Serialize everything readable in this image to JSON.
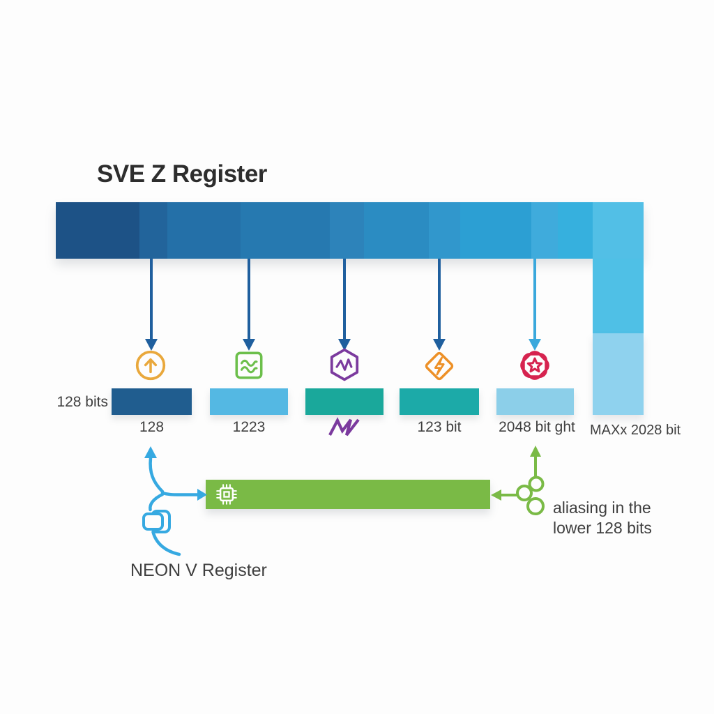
{
  "title": "SVE Z Register",
  "sve_bar": {
    "name": "sve-z-register-bar",
    "left_cap_label": "128 bits",
    "overflow_label": "MAXx 2028 bit",
    "segments": [
      {
        "w": 120,
        "color": "#1d5286"
      },
      {
        "w": 40,
        "color": "#22649b"
      },
      {
        "w": 105,
        "color": "#2470a8"
      },
      {
        "w": 128,
        "color": "#2679b0"
      },
      {
        "w": 49,
        "color": "#2d83ba"
      },
      {
        "w": 93,
        "color": "#2b8cc2"
      },
      {
        "w": 45,
        "color": "#3197cc"
      },
      {
        "w": 102,
        "color": "#2c9fd3"
      },
      {
        "w": 38,
        "color": "#3fabdc"
      },
      {
        "w": 50,
        "color": "#36b0de"
      },
      {
        "w": 73,
        "color": "#52bfe6"
      }
    ],
    "overflow_column": {
      "upper_color": "#4fc0e6",
      "lower_color": "#8fd2ee"
    }
  },
  "lanes": [
    {
      "label": "128",
      "bar_color": "#205d8f",
      "icon": "arrow-up-circle-icon",
      "icon_color": "#e9a83c",
      "arrow_color": "#1f5f9e"
    },
    {
      "label": "1223",
      "bar_color": "#54b8e3",
      "icon": "waves-square-icon",
      "icon_color": "#6cbf4b",
      "arrow_color": "#1f5f9e"
    },
    {
      "label": "",
      "glyph": "zigzag-glyph",
      "glyph_color": "#7b3a9e",
      "bar_color": "#1aa89b",
      "icon": "pulse-hexagon-icon",
      "icon_color": "#7b3a9e",
      "arrow_color": "#1f5f9e"
    },
    {
      "label": "123 bit",
      "bar_color": "#1caaa8",
      "icon": "lightning-diamond-icon",
      "icon_color": "#ed9027",
      "arrow_color": "#1f5f9e"
    },
    {
      "label": "2048 bit ght",
      "bar_color": "#8ccfe9",
      "icon": "star-badge-icon",
      "icon_color": "#d6234f",
      "arrow_color": "#3aa8dc"
    }
  ],
  "neon": {
    "label": "NEON V Register",
    "bar_color": "#7aba46",
    "chip_icon": "chip-icon",
    "connector_color": "#36a9e1",
    "connector_icon": "copy-icon"
  },
  "aliasing_note": {
    "line1": "aliasing in the",
    "line2": "lower 128 bits",
    "color": "#7aba46",
    "icon": "clover-icon"
  }
}
